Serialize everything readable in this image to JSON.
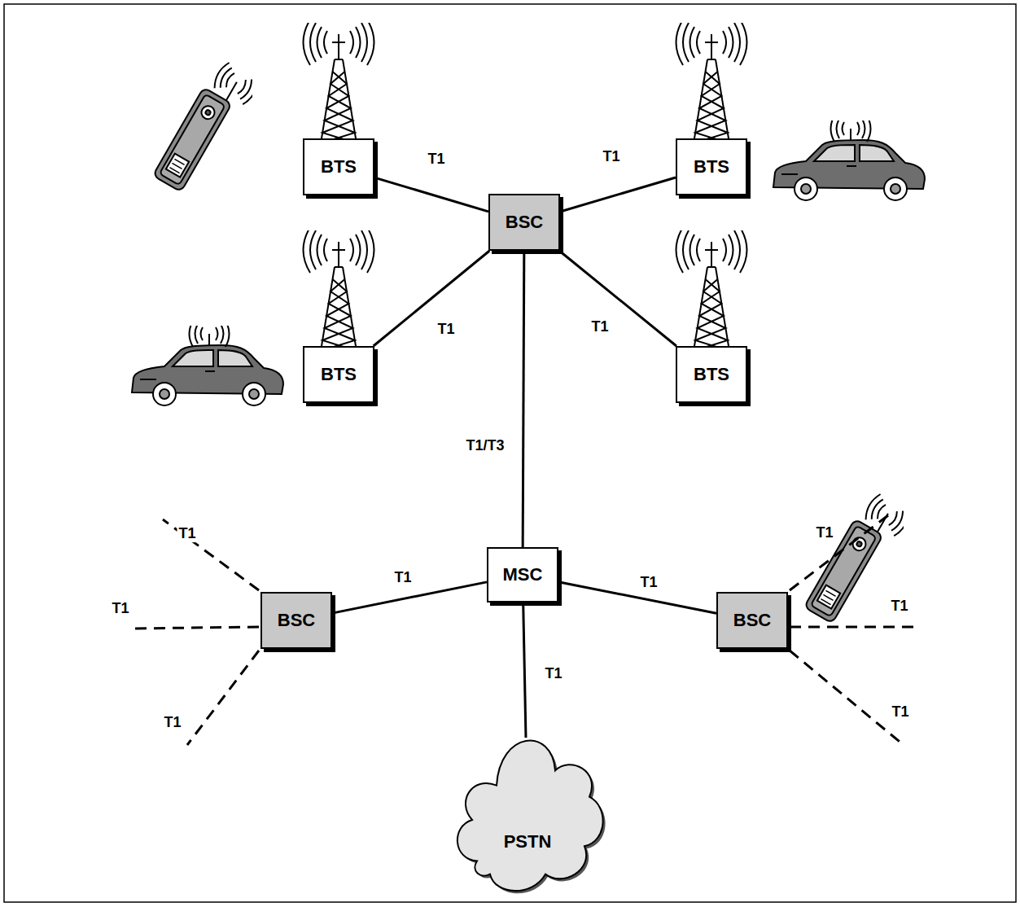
{
  "diagram": {
    "nodes": [
      {
        "text": [
          "BTS"
        ]
      },
      {
        "text": [
          "BTS"
        ]
      },
      {
        "text": [
          "BSC"
        ]
      },
      {
        "text": [
          "BTS"
        ]
      },
      {
        "text": [
          "BTS"
        ]
      },
      {
        "text": [
          "MSC"
        ]
      },
      {
        "text": [
          "BSC"
        ]
      },
      {
        "text": [
          "BSC"
        ]
      },
      {
        "text": [
          "PSTN"
        ]
      }
    ],
    "edges": [
      {
        "from": 0,
        "to": 2,
        "label": "T1",
        "arrow": "none"
      },
      {
        "from": 1,
        "to": 2,
        "label": "T1",
        "arrow": "none"
      },
      {
        "from": 3,
        "to": 2,
        "label": "T1",
        "arrow": "none"
      },
      {
        "from": 4,
        "to": 2,
        "label": "T1",
        "arrow": "none"
      },
      {
        "from": 2,
        "to": 5,
        "label": "T1/T3",
        "arrow": "none"
      },
      {
        "from": 5,
        "to": 6,
        "label": "T1",
        "arrow": "none"
      },
      {
        "from": 5,
        "to": 7,
        "label": "T1",
        "arrow": "none"
      },
      {
        "from": 5,
        "to": 8,
        "label": "T1",
        "arrow": "none"
      }
    ],
    "labels": [
      "T1",
      "T1",
      "T1",
      "T1",
      "T1",
      "T1"
    ]
  }
}
